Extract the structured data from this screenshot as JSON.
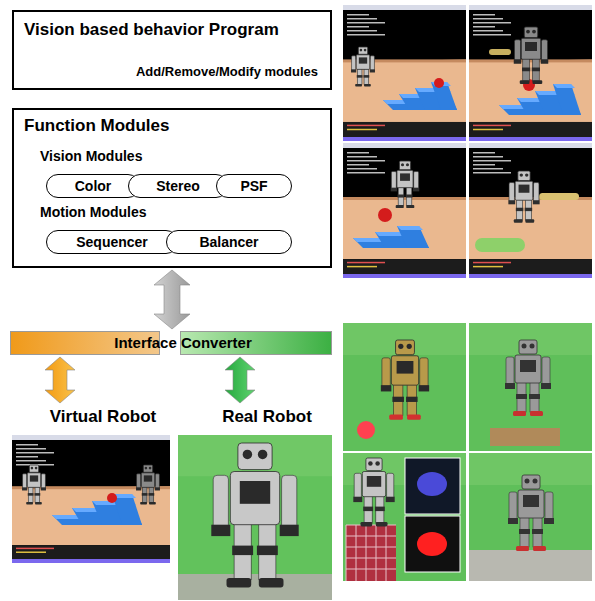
{
  "diagram": {
    "nodes": [
      {
        "text": [
          "Vision based behavior Program",
          "Add/Remove/Modify modules"
        ]
      },
      {
        "text": [
          "Function Modules",
          "Vision Modules",
          "Motion Modules"
        ]
      },
      {
        "text": [
          "Color"
        ],
        "in": 1
      },
      {
        "text": [
          "Stereo"
        ],
        "in": 1
      },
      {
        "text": [
          "PSF"
        ],
        "in": 1
      },
      {
        "text": [
          "Sequencer"
        ],
        "in": 1
      },
      {
        "text": [
          "Balancer"
        ],
        "in": 1
      },
      {
        "text": [
          "Interface Converter"
        ]
      },
      {
        "text": [
          "Virtual Robot"
        ]
      },
      {
        "text": [
          "Real Robot"
        ]
      }
    ],
    "edges": [
      {
        "from": 1,
        "to": 7,
        "arrow": "both"
      },
      {
        "from": 7,
        "to": 8,
        "arrow": "both"
      },
      {
        "from": 7,
        "to": 9,
        "arrow": "both"
      }
    ]
  }
}
